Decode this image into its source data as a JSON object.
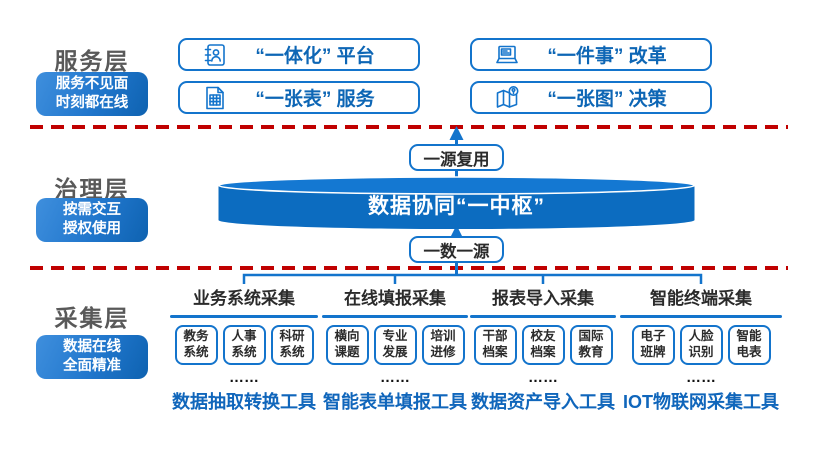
{
  "colors": {
    "primary_blue": "#1374cc",
    "text_blue": "#0d66b5",
    "cylinder_blue": "#0c6cc0",
    "red_divider": "#c00000",
    "layer_title_gray": "#595959"
  },
  "layers": {
    "service": {
      "title": "服务层",
      "tagline": {
        "l1": "服务不见面",
        "l2": "时刻都在线"
      },
      "items": [
        {
          "icon": "id-book-icon",
          "label": "“一体化” 平台"
        },
        {
          "icon": "laptop-card-icon",
          "label": "“一件事” 改革"
        },
        {
          "icon": "table-document-icon",
          "label": "“一张表” 服务"
        },
        {
          "icon": "map-badge-icon",
          "label": "“一张图” 决策"
        }
      ]
    },
    "governance": {
      "title": "治理层",
      "tagline": {
        "l1": "按需交互",
        "l2": "授权使用"
      },
      "top_tag": "一源复用",
      "hub_label": "数据协同“一中枢”",
      "bottom_tag": "一数一源"
    },
    "collection": {
      "title": "采集层",
      "tagline": {
        "l1": "数据在线",
        "l2": "全面精准"
      },
      "groups": [
        {
          "title": "业务系统采集",
          "items": [
            {
              "l1": "教务",
              "l2": "系统"
            },
            {
              "l1": "人事",
              "l2": "系统"
            },
            {
              "l1": "科研",
              "l2": "系统"
            }
          ],
          "ellipsis": "……",
          "tool": "数据抽取转换工具"
        },
        {
          "title": "在线填报采集",
          "items": [
            {
              "l1": "横向",
              "l2": "课题"
            },
            {
              "l1": "专业",
              "l2": "发展"
            },
            {
              "l1": "培训",
              "l2": "进修"
            }
          ],
          "ellipsis": "……",
          "tool": "智能表单填报工具"
        },
        {
          "title": "报表导入采集",
          "items": [
            {
              "l1": "干部",
              "l2": "档案"
            },
            {
              "l1": "校友",
              "l2": "档案"
            },
            {
              "l1": "国际",
              "l2": "教育"
            }
          ],
          "ellipsis": "……",
          "tool": "数据资产导入工具"
        },
        {
          "title": "智能终端采集",
          "items": [
            {
              "l1": "电子",
              "l2": "班牌"
            },
            {
              "l1": "人脸",
              "l2": "识别"
            },
            {
              "l1": "智能",
              "l2": "电表"
            }
          ],
          "ellipsis": "……",
          "tool": "IOT物联网采集工具"
        }
      ]
    }
  }
}
